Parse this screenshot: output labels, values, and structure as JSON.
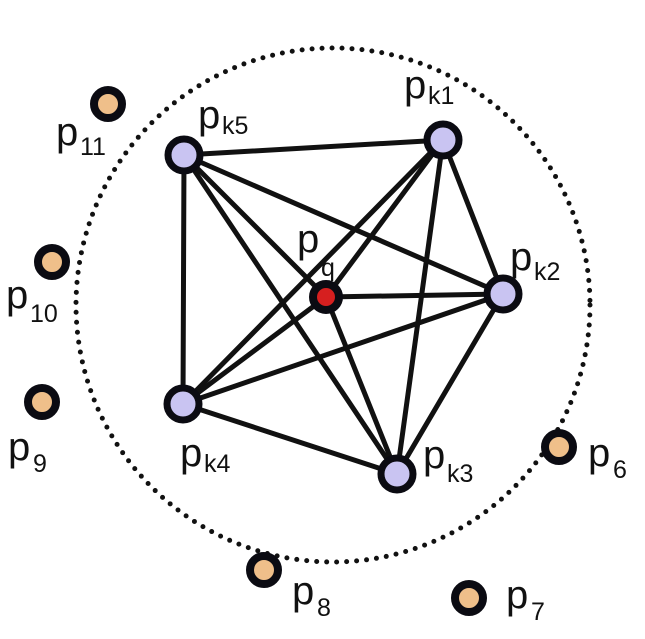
{
  "colors": {
    "background": "#ffffff",
    "edge": "#111111",
    "node_outline": "#0b0b12",
    "neighbor_fill": "#c9c4f2",
    "query_fill": "#d61f1f",
    "other_fill": "#efbf8a",
    "circle": "#111111"
  },
  "nodes": [
    {
      "id": "pq",
      "kind": "query",
      "label": "p",
      "sub": "q"
    },
    {
      "id": "pk1",
      "kind": "neighbor",
      "label": "p",
      "sub": "k1"
    },
    {
      "id": "pk2",
      "kind": "neighbor",
      "label": "p",
      "sub": "k2"
    },
    {
      "id": "pk3",
      "kind": "neighbor",
      "label": "p",
      "sub": "k3"
    },
    {
      "id": "pk4",
      "kind": "neighbor",
      "label": "p",
      "sub": "k4"
    },
    {
      "id": "pk5",
      "kind": "neighbor",
      "label": "p",
      "sub": "k5"
    },
    {
      "id": "p6",
      "kind": "other",
      "label": "p",
      "sub": "6"
    },
    {
      "id": "p7",
      "kind": "other",
      "label": "p",
      "sub": "7"
    },
    {
      "id": "p8",
      "kind": "other",
      "label": "p",
      "sub": "8"
    },
    {
      "id": "p9",
      "kind": "other",
      "label": "p",
      "sub": "9"
    },
    {
      "id": "p10",
      "kind": "other",
      "label": "p",
      "sub": "10"
    },
    {
      "id": "p11",
      "kind": "other",
      "label": "p",
      "sub": "11"
    }
  ],
  "edges": [
    [
      "pk5",
      "pk1"
    ],
    [
      "pk5",
      "pk2"
    ],
    [
      "pk5",
      "pk3"
    ],
    [
      "pk5",
      "pk4"
    ],
    [
      "pk5",
      "pq"
    ],
    [
      "pk1",
      "pk2"
    ],
    [
      "pk1",
      "pk3"
    ],
    [
      "pk1",
      "pk4"
    ],
    [
      "pk1",
      "pq"
    ],
    [
      "pk2",
      "pk3"
    ],
    [
      "pk2",
      "pk4"
    ],
    [
      "pk2",
      "pq"
    ],
    [
      "pk3",
      "pk4"
    ],
    [
      "pk3",
      "pq"
    ],
    [
      "pk4",
      "pq"
    ]
  ]
}
